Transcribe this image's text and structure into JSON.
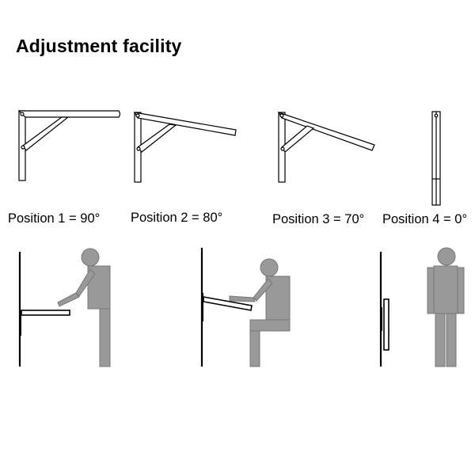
{
  "title": "Adjustment facility",
  "positions": [
    {
      "label": "Position 1 = 90°"
    },
    {
      "label": "Position 2 = 80°"
    },
    {
      "label": "Position 3 = 70°"
    },
    {
      "label": "Position 4 = 0°"
    }
  ],
  "colors": {
    "line": "#000000",
    "figure": "#999999"
  }
}
